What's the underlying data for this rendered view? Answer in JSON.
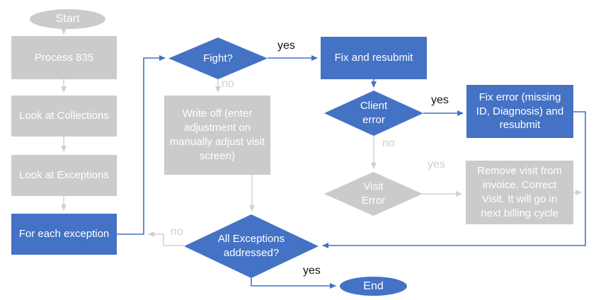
{
  "flowchart": {
    "nodes": {
      "start": {
        "label": "Start",
        "shape": "ellipse",
        "state": "inactive"
      },
      "process_835": {
        "label": "Process 835",
        "shape": "box",
        "state": "inactive"
      },
      "look_at_collections": {
        "label": "Look at Collections",
        "shape": "box",
        "state": "inactive"
      },
      "look_at_exceptions": {
        "label": "Look at Exceptions",
        "shape": "box",
        "state": "inactive"
      },
      "for_each_exception": {
        "label": "For each exception",
        "shape": "box",
        "state": "active"
      },
      "fight": {
        "label": "Fight?",
        "shape": "diamond",
        "state": "active"
      },
      "fix_and_resubmit": {
        "label": "Fix and resubmit",
        "shape": "box",
        "state": "active"
      },
      "write_off": {
        "label": "Write off (enter adjustment on manually adjust visit screen)",
        "shape": "box",
        "state": "inactive"
      },
      "client_error": {
        "label": "Client error",
        "shape": "diamond",
        "state": "active"
      },
      "fix_error": {
        "label": "Fix error (missing ID, Diagnosis) and resubmit",
        "shape": "box",
        "state": "active"
      },
      "visit_error": {
        "label": "Visit Error",
        "shape": "diamond",
        "state": "inactive"
      },
      "remove_visit": {
        "label": "Remove visit from invoice. Correct Visit. It will go in next billing cycle",
        "shape": "box",
        "state": "inactive"
      },
      "all_exceptions_addressed": {
        "label": "All Exceptions addressed?",
        "shape": "diamond",
        "state": "active"
      },
      "end": {
        "label": "End",
        "shape": "ellipse",
        "state": "active"
      }
    },
    "edge_labels": {
      "fight_yes": "yes",
      "fight_no": "no",
      "client_error_yes": "yes",
      "client_error_no": "no",
      "visit_error_yes": "yes",
      "all_exceptions_no": "no",
      "all_exceptions_yes": "yes"
    },
    "colors": {
      "active_fill": "#4472C4",
      "inactive_fill": "#CBCBCB",
      "active_line": "#4472C4",
      "inactive_line": "#D0D0D0",
      "label_dark": "#141414",
      "label_gray": "#CFCFCF",
      "node_text": "#FFFFFF",
      "background": "#FFFFFF"
    }
  }
}
